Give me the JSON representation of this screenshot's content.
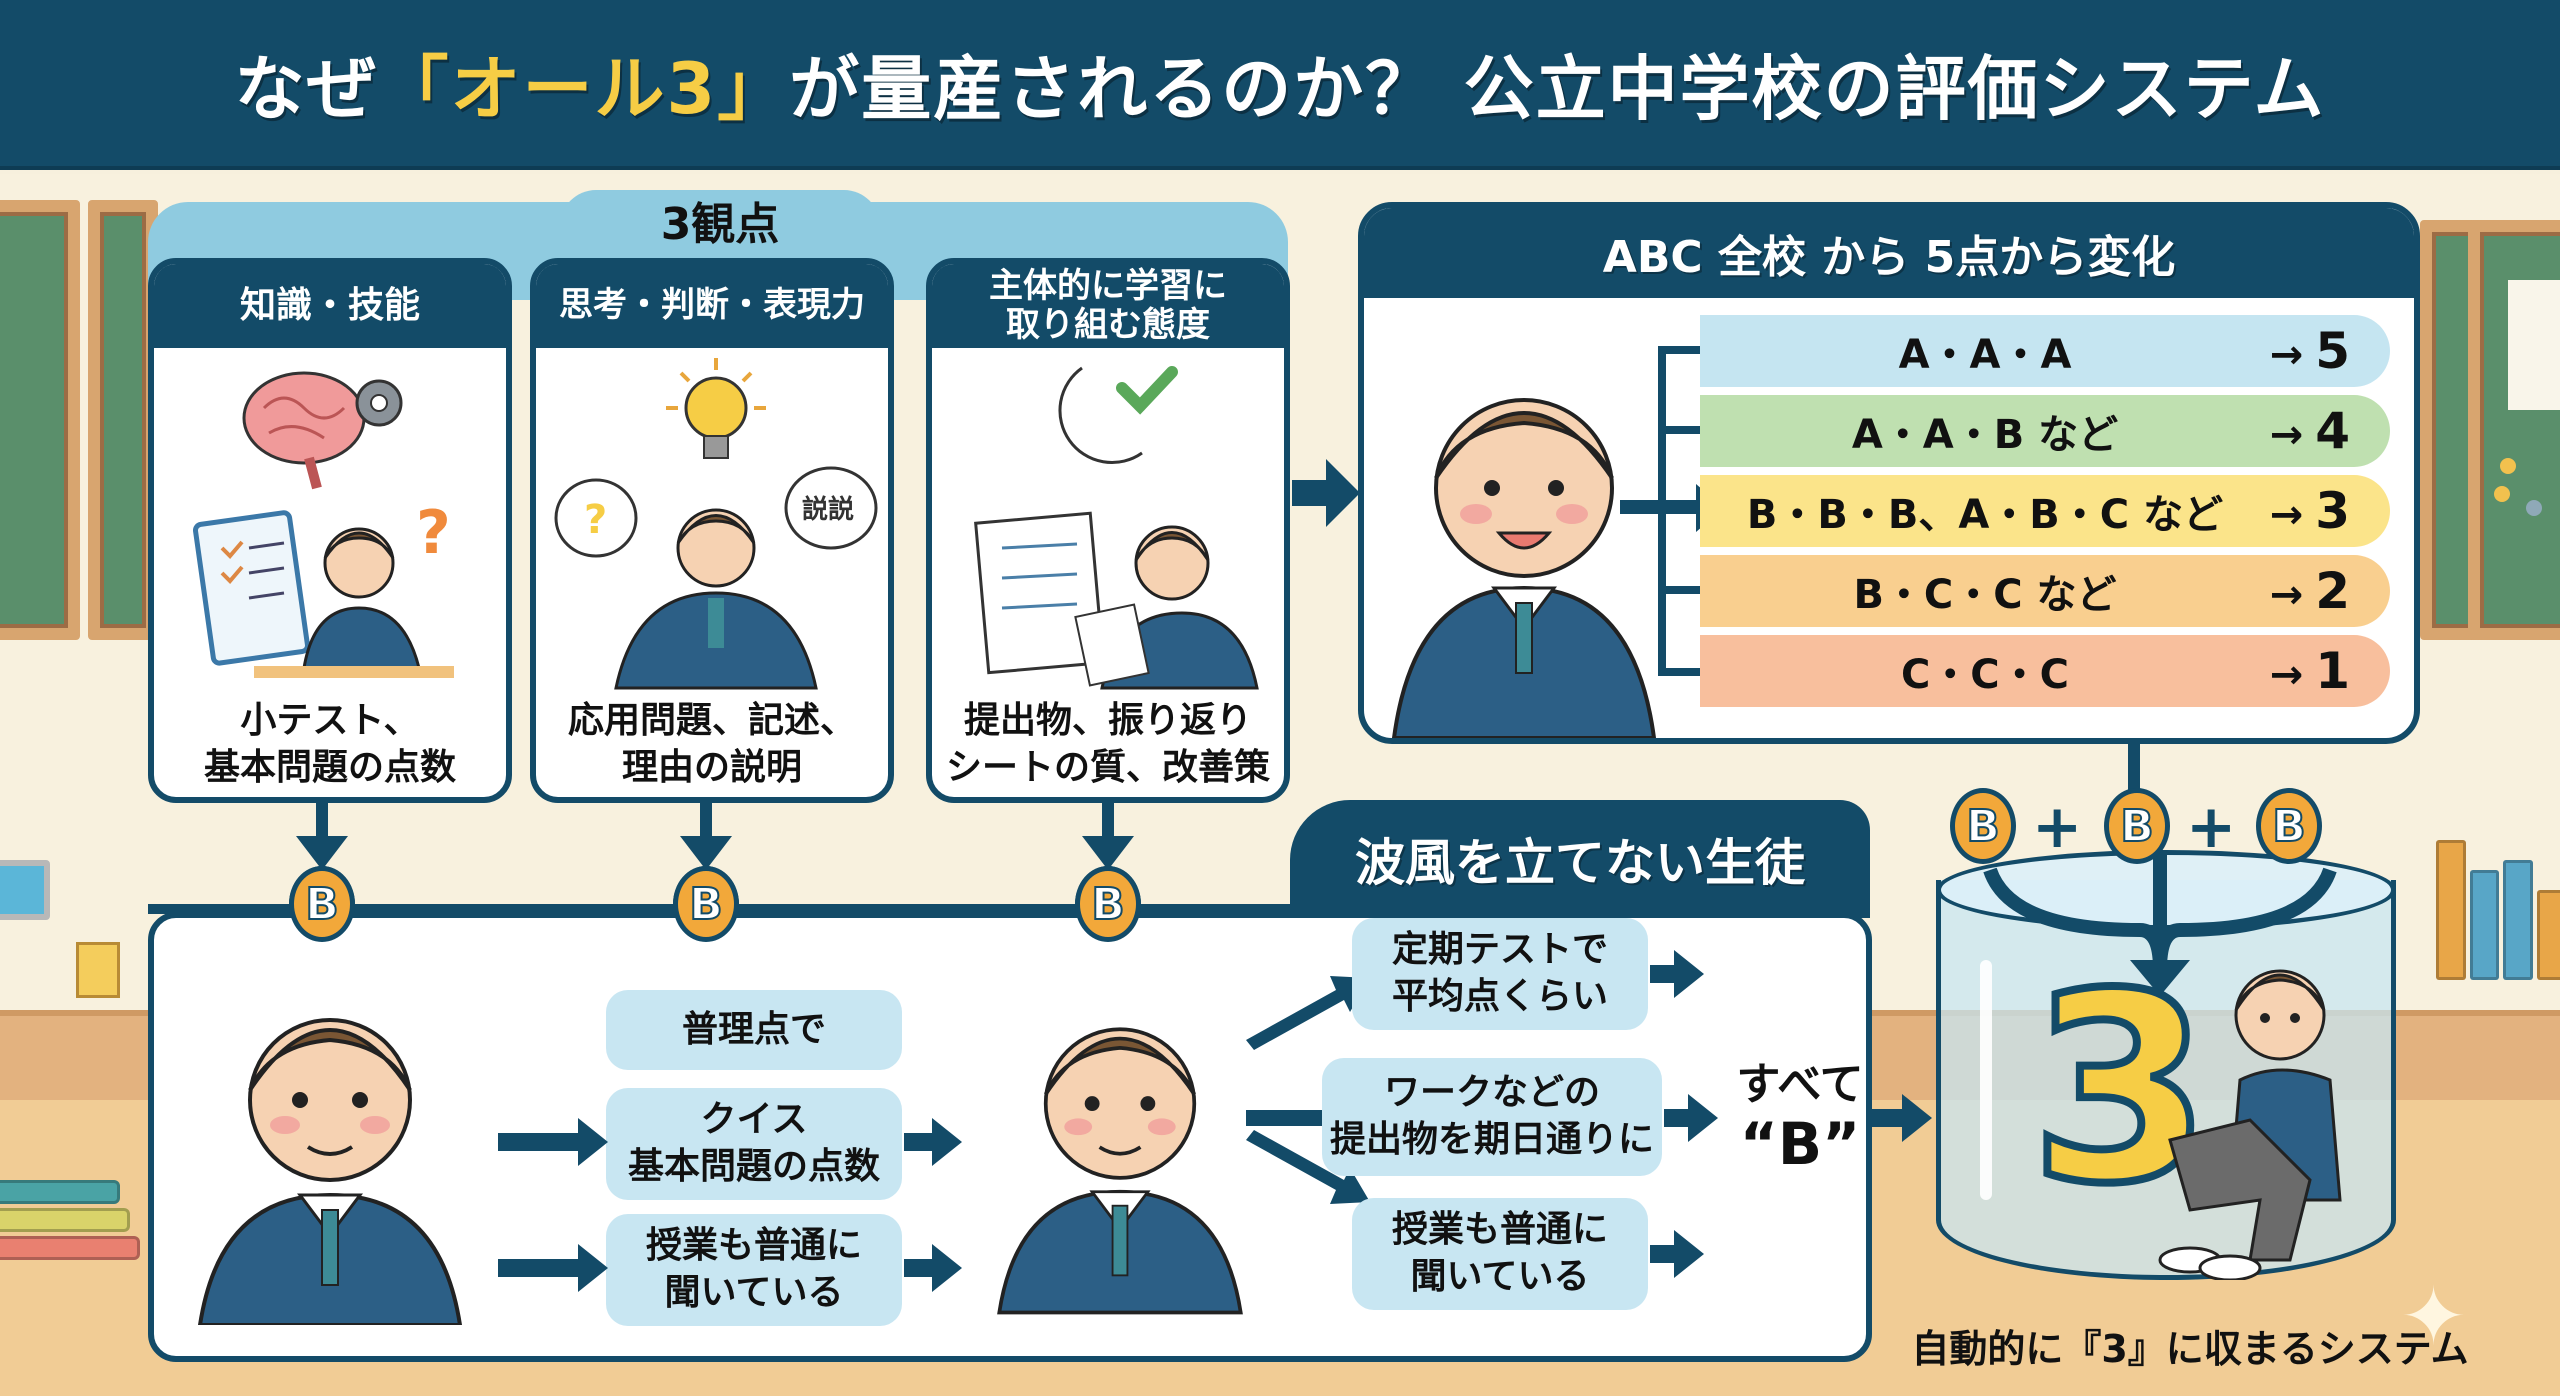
{
  "header": {
    "title_prefix": "なぜ",
    "title_highlight": "「オール3」",
    "title_suffix": "が量産されるのか？ 公立中学校の評価システム"
  },
  "viewpoints": {
    "group_title": "3観点",
    "panels": [
      {
        "title": "知識・技能",
        "description_line1": "小テスト、",
        "description_line2": "基本問題の点数",
        "illustration": [
          "brain-icon",
          "gear-icon",
          "clipboard-icon",
          "question-mark-icon",
          "student-writing"
        ],
        "grade": "B"
      },
      {
        "title": "思考・判断・表現力",
        "description_line1": "応用問題、記述、",
        "description_line2": "理由の説明",
        "illustration": [
          "lightbulb-icon",
          "speech-bubble-question-icon",
          "speech-bubble-text-icon",
          "student-explaining"
        ],
        "speech_bubble_text": "説説",
        "grade": "B"
      },
      {
        "title_line1": "主体的に学習に",
        "title_line2": "取り組む態度",
        "description_line1": "提出物、振り返り",
        "description_line2": "シートの質、改善策",
        "illustration": [
          "moon-icon",
          "checkmark-icon",
          "worksheet-icon",
          "student-reading"
        ],
        "grade": "B"
      }
    ]
  },
  "conversion": {
    "title": "ABC 全校 から 5点から変化",
    "arrow_symbol": "→",
    "rows": [
      {
        "combo": "A・A・A",
        "result": "5",
        "color": "#c5e5f1"
      },
      {
        "combo": "A・A・B など",
        "result": "4",
        "color": "#bfe0b0"
      },
      {
        "combo": "B・B・B、A・B・C など",
        "result": "3",
        "color": "#fbe48a",
        "highlighted": true
      },
      {
        "combo": "B・C・C など",
        "result": "2",
        "color": "#f9cf8f"
      },
      {
        "combo": "C・C・C",
        "result": "1",
        "color": "#f8bf9d"
      }
    ]
  },
  "bottom": {
    "tab_title": "波風を立てない生徒",
    "left_boxes": [
      {
        "line1": "普理点で",
        "line2": ""
      },
      {
        "line1": "クイス",
        "line2": "基本問題の点数"
      },
      {
        "line1": "授業も普通に",
        "line2": "聞いている"
      }
    ],
    "right_boxes": [
      {
        "line1": "定期テストで",
        "line2": "平均点くらい"
      },
      {
        "line1": "ワークなどの",
        "line2": "提出物を期日通りに"
      },
      {
        "line1": "授業も普通に",
        "line2": "聞いている"
      }
    ],
    "result_line1": "すべて",
    "result_line2": "“B”"
  },
  "result": {
    "badges": [
      "B",
      "B",
      "B"
    ],
    "plus": "+",
    "final_grade": "3",
    "caption": "自動的に『3』に収まるシステム"
  },
  "colors": {
    "navy": "#134b68",
    "accent_yellow": "#f6cd45",
    "badge_orange": "#f2a83a",
    "light_blue": "#c8e6f2",
    "background": "#f7f0dd"
  }
}
